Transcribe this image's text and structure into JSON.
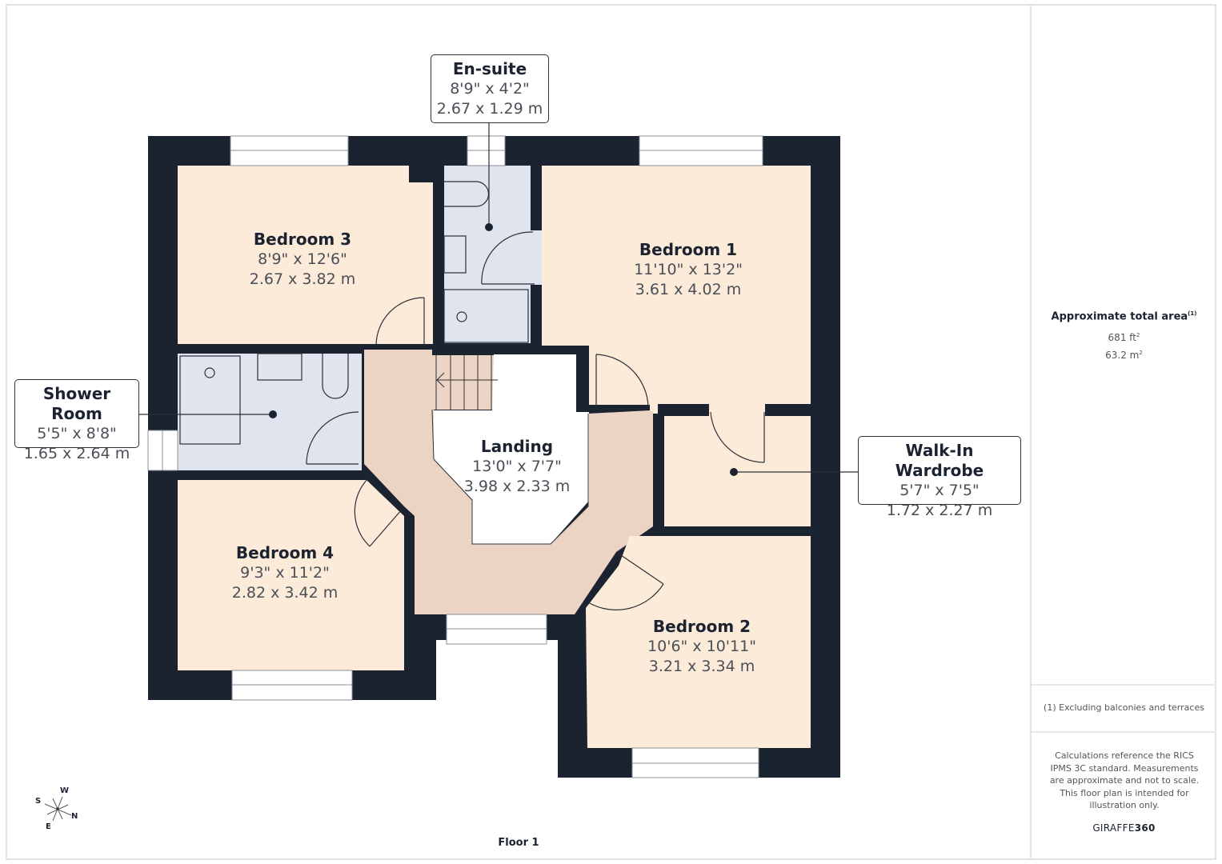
{
  "floor_label": "Floor 1",
  "rooms": {
    "ensuite": {
      "name": "En-suite",
      "imperial": "8'9\" x 4'2\"",
      "metric": "2.67 x 1.29 m"
    },
    "bedroom3": {
      "name": "Bedroom 3",
      "imperial": "8'9\" x 12'6\"",
      "metric": "2.67 x 3.82 m"
    },
    "bedroom1": {
      "name": "Bedroom 1",
      "imperial": "11'10\" x 13'2\"",
      "metric": "3.61 x 4.02 m"
    },
    "shower_room": {
      "name": "Shower Room",
      "imperial": "5'5\" x 8'8\"",
      "metric": "1.65 x 2.64 m"
    },
    "landing": {
      "name": "Landing",
      "imperial": "13'0\" x 7'7\"",
      "metric": "3.98 x 2.33 m"
    },
    "walk_in_wardrobe": {
      "name": "Walk-In Wardrobe",
      "imperial": "5'7\" x 7'5\"",
      "metric": "1.72 x 2.27 m"
    },
    "bedroom4": {
      "name": "Bedroom 4",
      "imperial": "9'3\" x 11'2\"",
      "metric": "2.82 x 3.42 m"
    },
    "bedroom2": {
      "name": "Bedroom 2",
      "imperial": "10'6\" x 10'11\"",
      "metric": "3.21 x 3.34 m"
    }
  },
  "colors": {
    "wall": "#1b2230",
    "bedroom_fill": "#fdebd9",
    "landing_fill": "#ecd4c5",
    "bathroom_fill": "#dfe4ef",
    "void_fill": "#ffffff"
  },
  "compass": {
    "north": "N",
    "south": "S",
    "east": "E",
    "west": "W"
  },
  "sidebar": {
    "area_title": "Approximate total area",
    "area_footnote_marker": "(1)",
    "area_ft": "681 ft",
    "area_ft_unit_sup": "2",
    "area_m": "63.2 m",
    "area_m_unit_sup": "2",
    "footnote": "(1) Excluding balconies and terraces",
    "disclaimer": "Calculations reference the RICS IPMS 3C standard. Measurements are approximate and not to scale. This floor plan is intended for illustration only.",
    "brand_light": "GIRAFFE",
    "brand_bold": "360"
  }
}
